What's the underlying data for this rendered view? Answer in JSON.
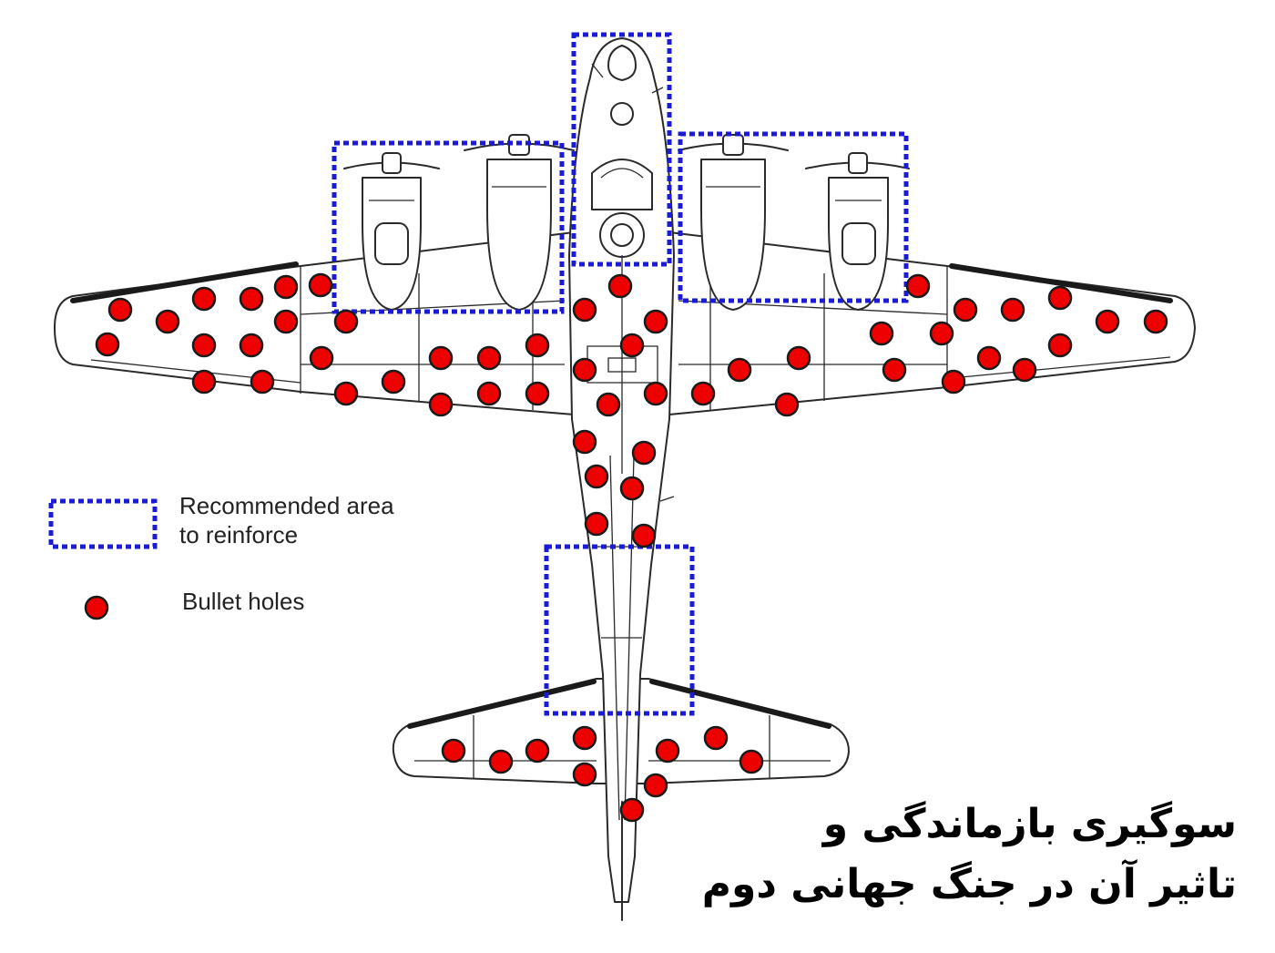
{
  "legend": {
    "reinforce_label_line1": "Recommended area",
    "reinforce_label_line2": "to reinforce",
    "bullet_label": "Bullet holes"
  },
  "caption": {
    "line1": "سوگیری بازماندگی و",
    "line2": "تاثیر آن در جنگ جهانی دوم"
  },
  "colors": {
    "reinforce_box": "#1b1bd6",
    "bullet_hole": "#ee0000",
    "aircraft_outline": "#2a2a2a"
  }
}
